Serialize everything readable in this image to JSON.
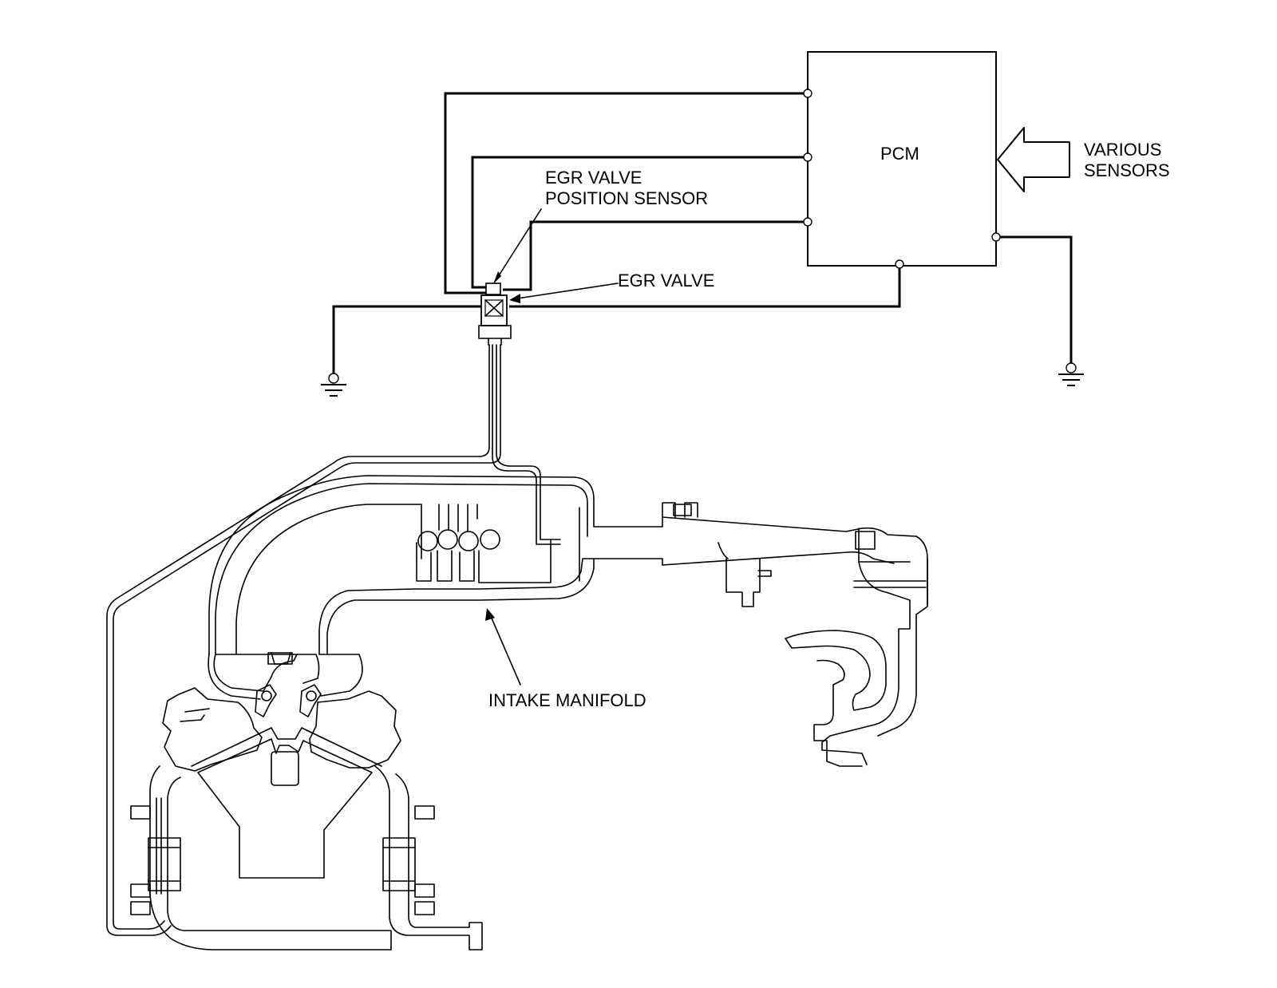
{
  "labels": {
    "pcm": "PCM",
    "various_sensors": [
      "VARIOUS",
      "SENSORS"
    ],
    "egr_position_sensor": [
      "EGR VALVE",
      "POSITION SENSOR"
    ],
    "egr_valve": "EGR VALVE",
    "intake_manifold": "INTAKE MANIFOLD"
  },
  "colors": {
    "line": "#000000",
    "background": "#ffffff"
  },
  "icons": [
    "ground-symbol",
    "input-arrow",
    "connection-pin"
  ]
}
